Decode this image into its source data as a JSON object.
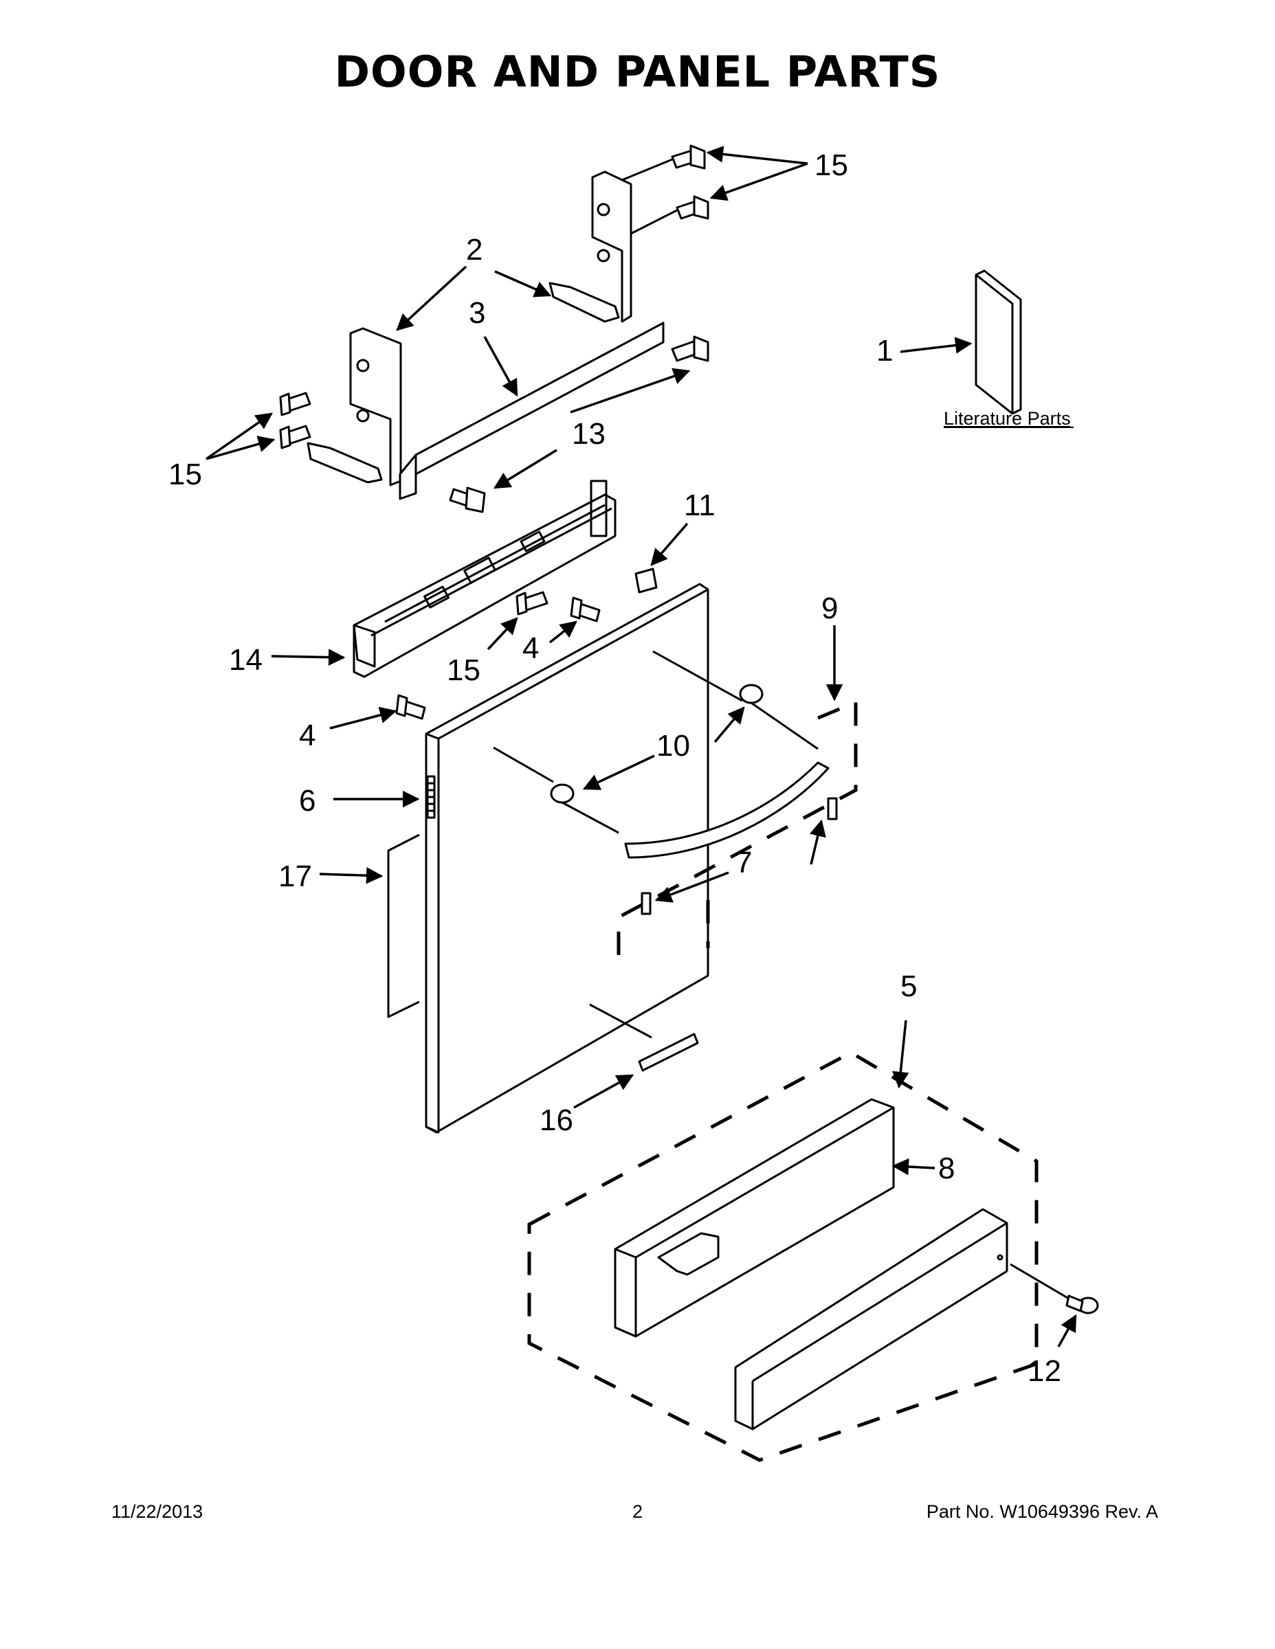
{
  "page": {
    "title": "DOOR AND PANEL PARTS"
  },
  "callouts": {
    "c1": "1",
    "c2": "2",
    "c3": "3",
    "c4a": "4",
    "c4b": "4",
    "c5": "5",
    "c6": "6",
    "c7": "7",
    "c8": "8",
    "c9": "9",
    "c10": "10",
    "c11": "11",
    "c12": "12",
    "c13": "13",
    "c14": "14",
    "c15a": "15",
    "c15b": "15",
    "c15c": "15",
    "c16": "16",
    "c17": "17"
  },
  "literature_label": "Literature Parts",
  "footer": {
    "date": "11/22/2013",
    "page_number": "2",
    "part_number": "Part No.  W10649396  Rev.  A"
  }
}
